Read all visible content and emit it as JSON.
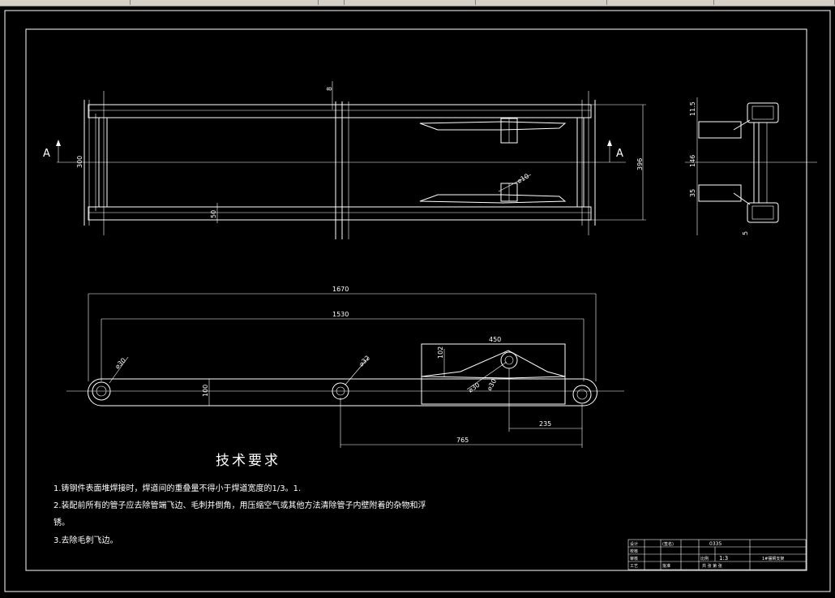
{
  "view_labels": {
    "section_left": "A",
    "section_right": "A"
  },
  "top_view_dims": {
    "d_top": "8",
    "d_left": "300",
    "d_right": "396",
    "d_web": "50",
    "d_hole": "⌀10"
  },
  "side_view_dims": {
    "d1": "11.5",
    "d2": "146",
    "d3": "35",
    "d4": "5"
  },
  "front_view_dims": {
    "overall": "1670",
    "hole_span": "1530",
    "window_width": "450",
    "window_height": "102",
    "bar_height": "100",
    "left_hole": "⌀30",
    "mid_hole": "⌀32",
    "r1": "⌀30",
    "r2": "⌀30",
    "right_offset": "235",
    "mid_offset": "765"
  },
  "notes": {
    "title": "技术要求",
    "line1": "1.铸钢件表面堆焊接时，焊道间的重叠量不得小于焊道宽度的1/3。1.",
    "line2a": "2.装配前所有的管子应去除管端飞边、毛刺并倒角，用压缩空气或其他方法清除管子内壁附着的杂物和浮",
    "line2b": "锈。",
    "line3": "3.去除毛刺飞边。"
  },
  "title_block": {
    "c1": "设计",
    "c2": "(签名)",
    "c3": "校核",
    "c4": "审核",
    "c5": "工艺",
    "c6": "比例",
    "c7": "1:3",
    "c8": "批准",
    "c9": "共 张 第 张",
    "code": "0335",
    "name": "1#摆臂支架"
  }
}
